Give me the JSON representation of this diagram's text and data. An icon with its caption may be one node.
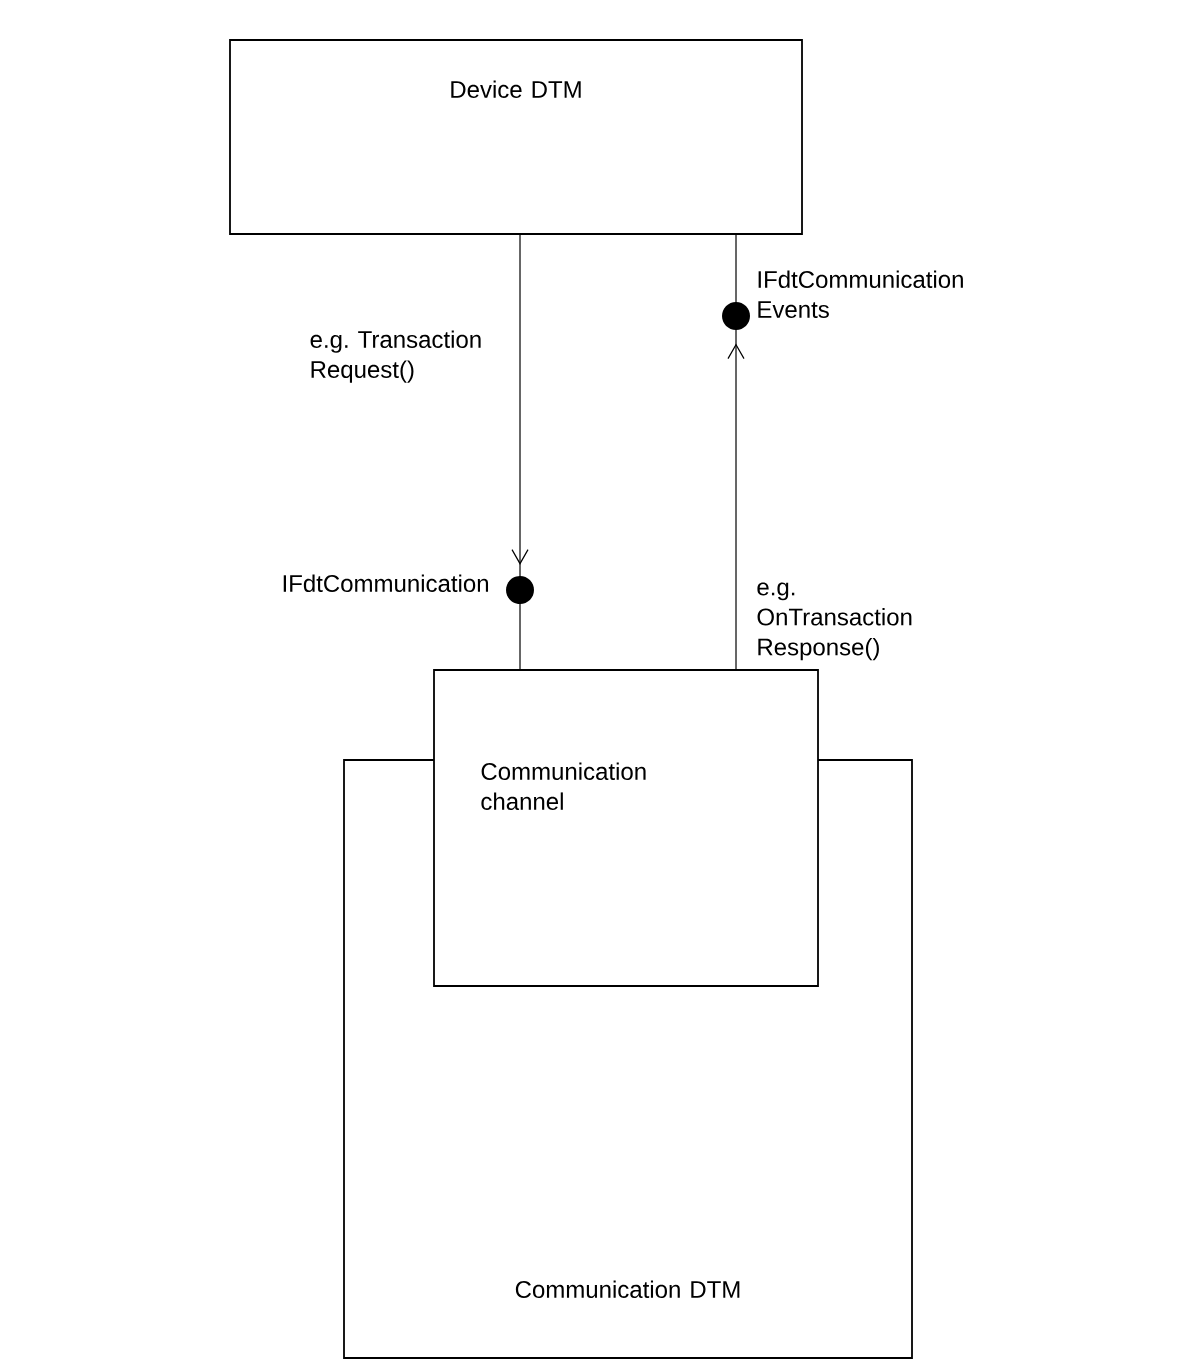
{
  "diagram": {
    "nodes": [
      {
        "text": [
          "Device DTM"
        ]
      },
      {
        "text": [
          "Communication DTM"
        ]
      },
      {
        "text": [
          "Communication channel"
        ]
      }
    ],
    "edges": [
      {
        "from": 0,
        "to": 2,
        "arrow": "to",
        "label": "e.g. Transaction Request()"
      },
      {
        "from": 2,
        "to": 0,
        "arrow": "to",
        "label": "e.g. OnTransaction Response()"
      }
    ],
    "labels": [
      "IFdtCommunication Events",
      "IFdtCommunication"
    ]
  }
}
